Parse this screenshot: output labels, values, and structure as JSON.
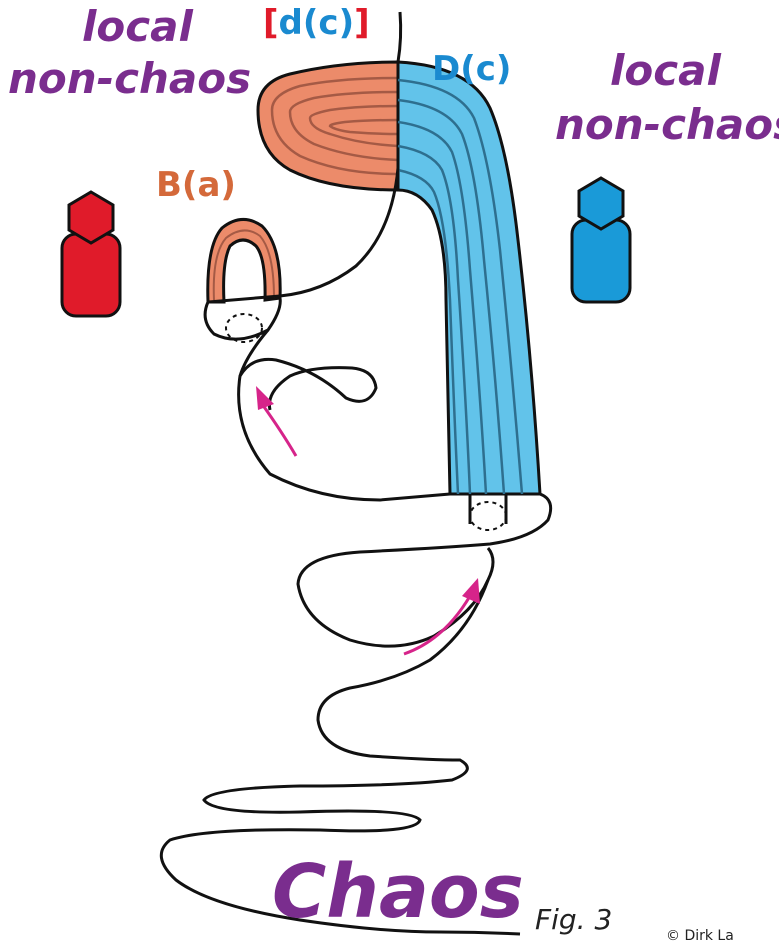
{
  "labels": {
    "local_left": [
      "local",
      "non-chaos"
    ],
    "local_right": [
      "local",
      "non-chaos"
    ],
    "dc_small_open": "[",
    "dc_small_inner": "d(c)",
    "dc_small_close": "]",
    "dc_big": "D(c)",
    "ba": "B(a)",
    "chaos": "Chaos",
    "fig": "Fig. 3",
    "copyright": "© Dirk La"
  },
  "colors": {
    "purple": "#7a2d8e",
    "red": "#e01b2a",
    "blue": "#1a8ad0",
    "light_blue": "#62c3ea",
    "orange": "#d4693a",
    "salmon": "#ec8b6a",
    "magenta": "#d6248a",
    "stroke": "#111111"
  },
  "icons": {
    "left": "red-hexagon-figure-icon",
    "right": "blue-hexagon-figure-icon"
  }
}
